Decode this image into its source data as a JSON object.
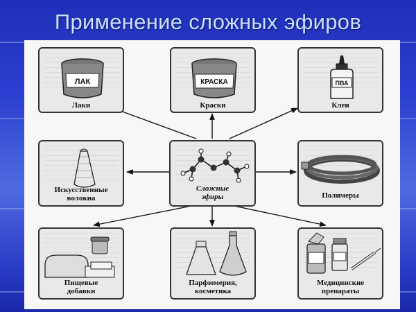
{
  "title": "Применение сложных эфиров",
  "center": {
    "label_line1": "Сложные",
    "label_line2": "эфиры"
  },
  "nodes": {
    "lacquers": {
      "label": "Лаки",
      "can_text": "ЛАК"
    },
    "paints": {
      "label": "Краски",
      "can_text": "КРАСКА"
    },
    "glues": {
      "label": "Клеи",
      "bottle_text": "ПВА"
    },
    "fibers": {
      "label_line1": "Искусственные",
      "label_line2": "волокна"
    },
    "polymers": {
      "label": "Полимеры"
    },
    "food": {
      "label_line1": "Пищевые",
      "label_line2": "добавки"
    },
    "perfume": {
      "label_line1": "Парфюмерия,",
      "label_line2": "косметика"
    },
    "medicine": {
      "label_line1": "Медицинские",
      "label_line2": "препараты"
    }
  },
  "colors": {
    "background": "#2a3fd0",
    "title": "#c9e0ff",
    "box": "#e9e9e9",
    "border": "#333333"
  },
  "icons": [
    "paint-can-icon",
    "paint-can-icon",
    "glue-bottle-icon",
    "thread-spool-icon",
    "molecule-icon",
    "hose-icon",
    "food-icon",
    "perfume-bottles-icon",
    "medicine-icon"
  ]
}
